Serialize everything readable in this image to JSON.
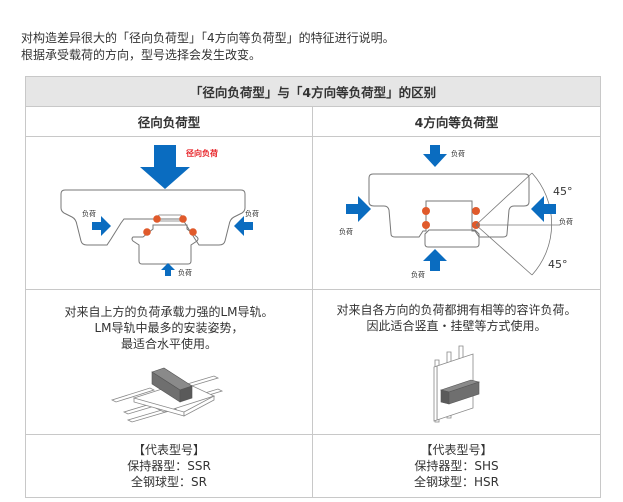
{
  "intro": {
    "line1": "对构造差异很大的「径向负荷型」「4方向等负荷型」的特征进行说明。",
    "line2": "根据承受载荷的方向，型号选择会发生改变。"
  },
  "table": {
    "title": "「径向负荷型」与「4方向等负荷型」的区别",
    "columns": [
      {
        "header": "径向负荷型",
        "diagram": {
          "main_load_label": "径向负荷",
          "left_load_label": "负荷",
          "right_load_label": "负荷",
          "bottom_load_label": "负荷"
        },
        "description": [
          "对来自上方的负荷承载力强的LM导轨。",
          "LM导轨中最多的安装姿势，",
          "最适合水平使用。"
        ],
        "models": [
          "【代表型号】",
          "保持器型：SSR",
          "全钢球型：SR"
        ]
      },
      {
        "header": "4方向等负荷型",
        "diagram": {
          "top_load_label": "负荷",
          "left_load_label": "负荷",
          "right_load_label": "负荷",
          "bottom_load_label": "负荷",
          "angle_upper": "45°",
          "angle_lower": "45°"
        },
        "description": [
          "对来自各方向的负荷都拥有相等的容许负荷。",
          "因此适合竖直・挂壁等方式使用。"
        ],
        "models": [
          "【代表型号】",
          "保持器型：SHS",
          "全钢球型：HSR"
        ]
      }
    ]
  },
  "colors": {
    "arrow": "#0a6cc0",
    "ball": "#e05a2b",
    "radial_label": "#e8262b",
    "header_bg": "#e6e6e6",
    "border": "#c8c8c8",
    "block": "#6f6f6f"
  }
}
